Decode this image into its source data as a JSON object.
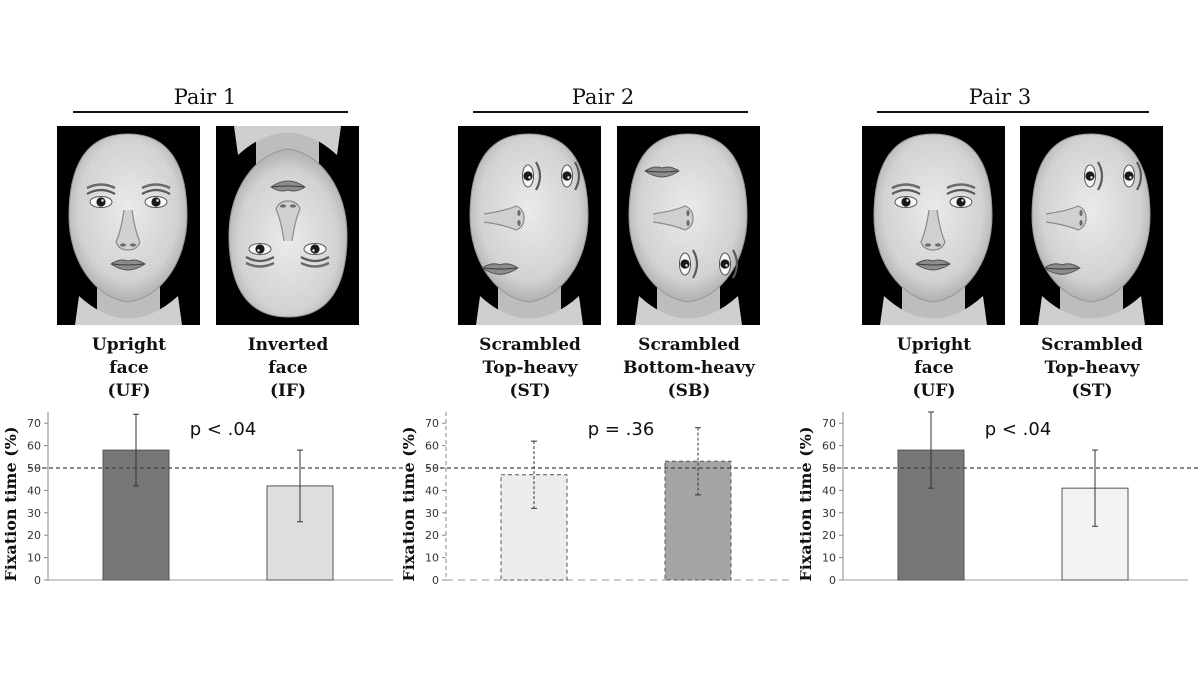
{
  "panels": [
    {
      "title": "Pair 1",
      "conditions": [
        {
          "label": [
            "Upright",
            "face",
            "(UF)"
          ],
          "face": "upright"
        },
        {
          "label": [
            "Inverted",
            "face",
            "(IF)"
          ],
          "face": "inverted"
        }
      ],
      "chart_data": {
        "type": "bar",
        "categories": [
          "UF",
          "IF"
        ],
        "values": [
          58,
          42
        ],
        "error": [
          16,
          16
        ],
        "bar_colors": [
          "#777777",
          "#dedede"
        ],
        "ylabel": "Fixation time (%)",
        "yticks": [
          0,
          10,
          20,
          30,
          40,
          50,
          60,
          70
        ],
        "ylim": [
          0,
          75
        ],
        "reference_line": 50,
        "annotation": "p < .04",
        "dashed": false
      }
    },
    {
      "title": "Pair 2",
      "conditions": [
        {
          "label": [
            "Scrambled",
            "Top-heavy",
            "(ST)"
          ],
          "face": "scrambled-top"
        },
        {
          "label": [
            "Scrambled",
            "Bottom-heavy",
            "(SB)"
          ],
          "face": "scrambled-bottom"
        }
      ],
      "chart_data": {
        "type": "bar",
        "categories": [
          "ST",
          "SB"
        ],
        "values": [
          47,
          53
        ],
        "error": [
          15,
          15
        ],
        "bar_colors": [
          "#ececec",
          "#a5a5a5"
        ],
        "ylabel": "Fixation time (%)",
        "yticks": [
          0,
          10,
          20,
          30,
          40,
          50,
          60,
          70
        ],
        "ylim": [
          0,
          75
        ],
        "reference_line": 50,
        "annotation": "p = .36",
        "dashed": true
      }
    },
    {
      "title": "Pair 3",
      "conditions": [
        {
          "label": [
            "Upright",
            "face",
            "(UF)"
          ],
          "face": "upright"
        },
        {
          "label": [
            "Scrambled",
            "Top-heavy",
            "(ST)"
          ],
          "face": "scrambled-top"
        }
      ],
      "chart_data": {
        "type": "bar",
        "categories": [
          "UF",
          "ST"
        ],
        "values": [
          58,
          41
        ],
        "error": [
          17,
          17
        ],
        "bar_colors": [
          "#777777",
          "#f3f3f3"
        ],
        "ylabel": "Fixation time (%)",
        "yticks": [
          0,
          10,
          20,
          30,
          40,
          50,
          60,
          70
        ],
        "ylim": [
          0,
          75
        ],
        "reference_line": 50,
        "annotation": "p < .04",
        "dashed": false
      }
    }
  ]
}
